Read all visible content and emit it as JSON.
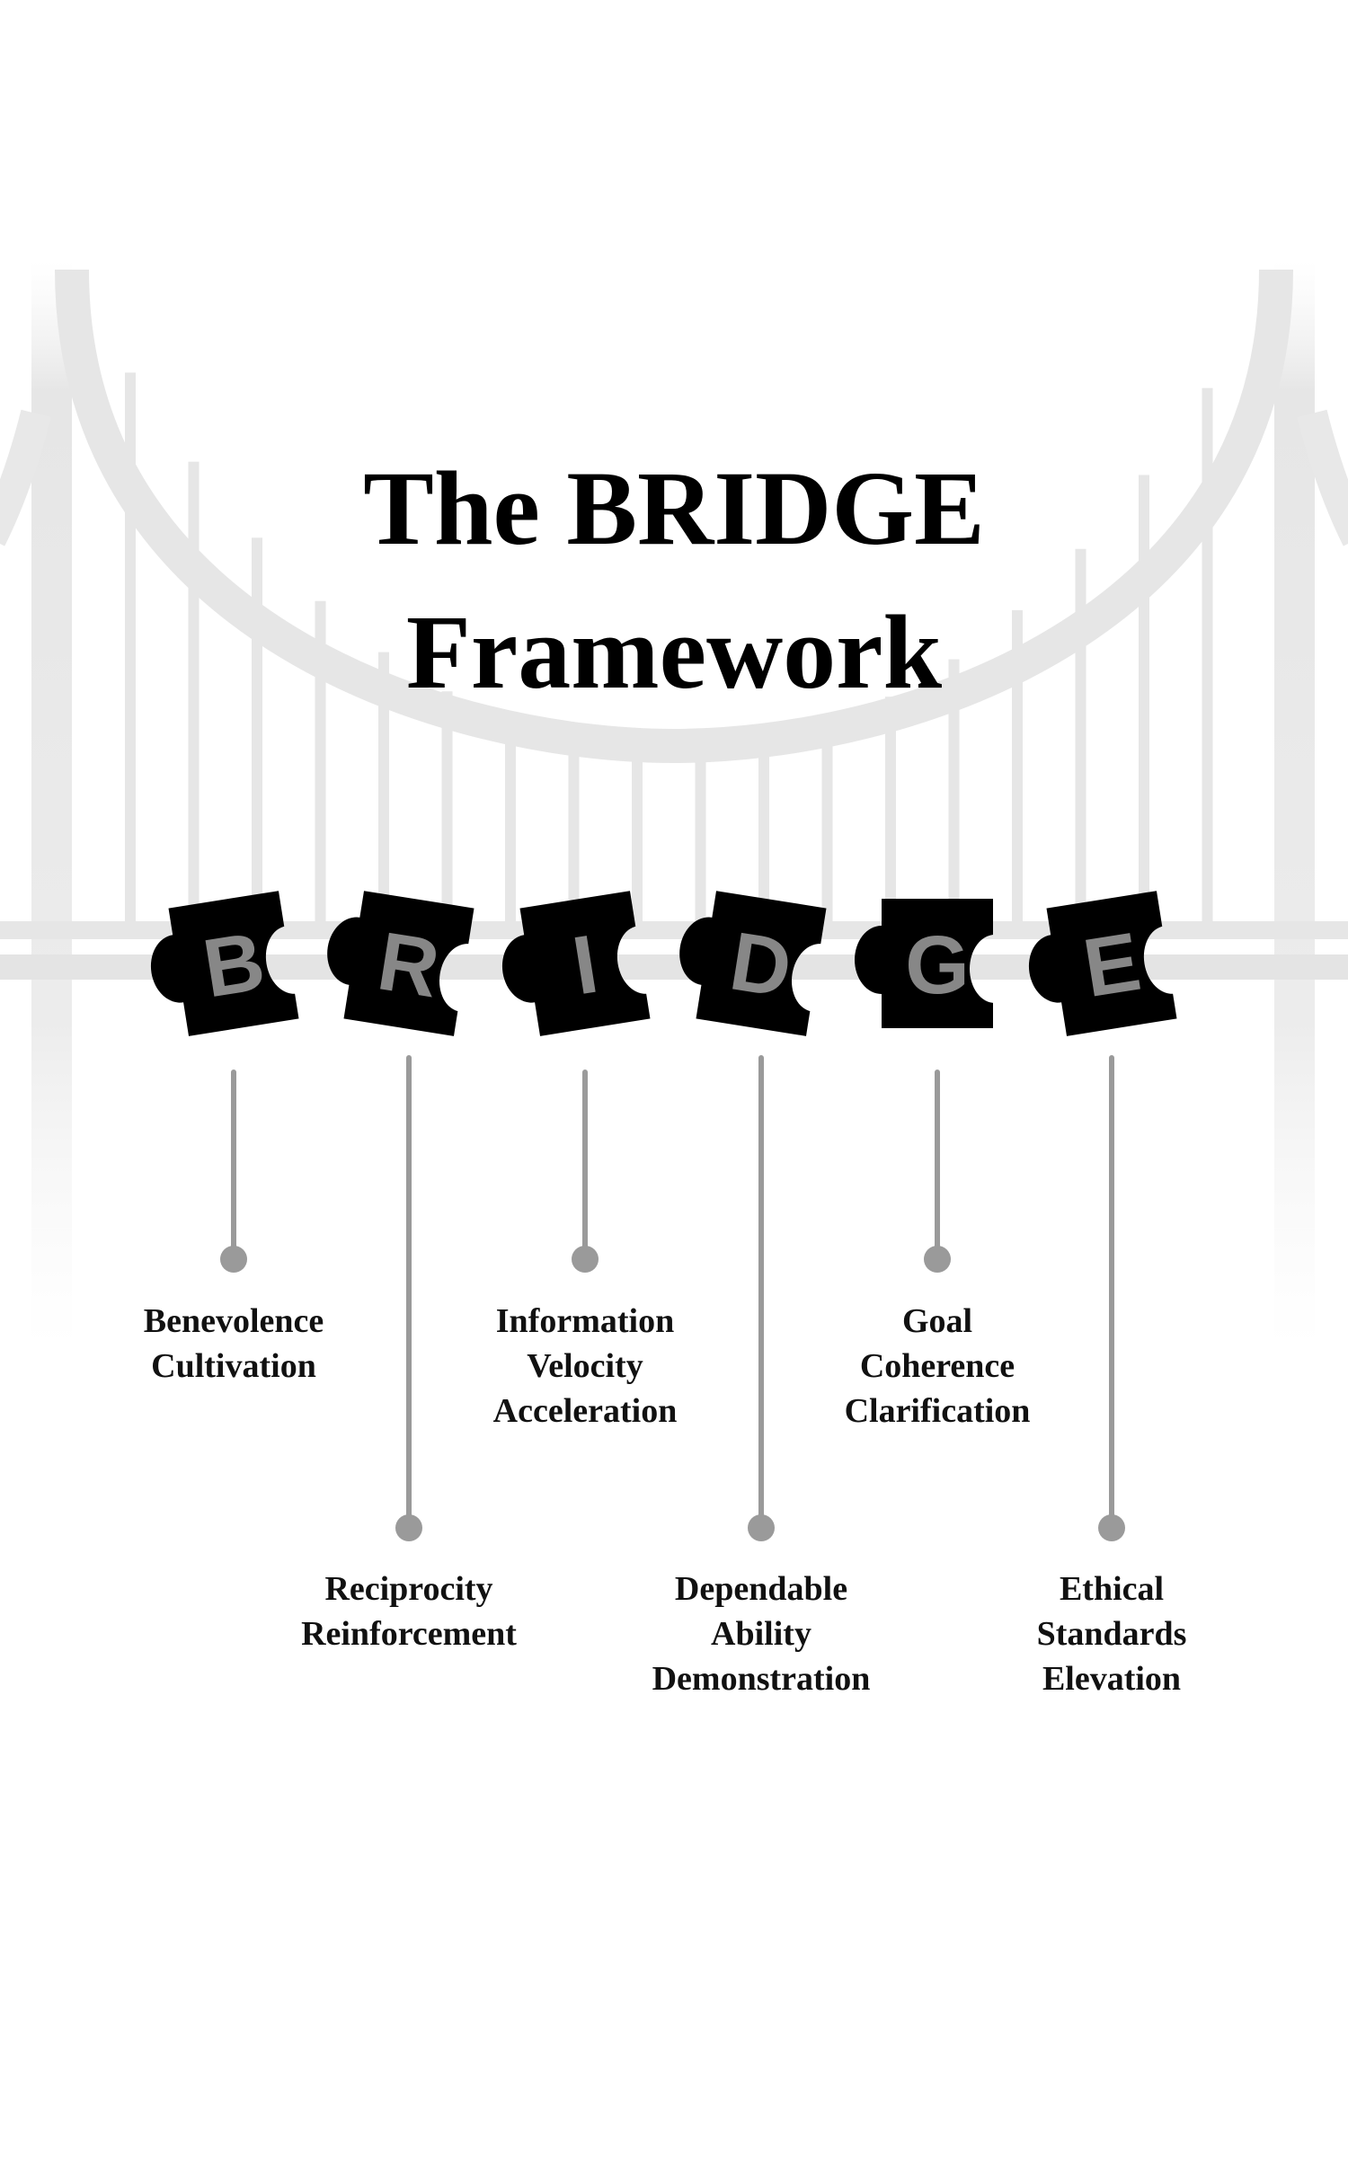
{
  "title": {
    "line1": "The BRIDGE",
    "line2": "Framework"
  },
  "colors": {
    "piece": "#000000",
    "letter": "#878787",
    "connector": "#9a9a9a",
    "bridge": "#e4e4e4"
  },
  "pieces": [
    {
      "letter": "B",
      "label": [
        "Benevolence",
        "Cultivation"
      ],
      "row": 1
    },
    {
      "letter": "R",
      "label": [
        "Reciprocity",
        "Reinforcement"
      ],
      "row": 2
    },
    {
      "letter": "I",
      "label": [
        "Information",
        "Velocity",
        "Acceleration"
      ],
      "row": 1
    },
    {
      "letter": "D",
      "label": [
        "Dependable",
        "Ability",
        "Demonstration"
      ],
      "row": 2
    },
    {
      "letter": "G",
      "label": [
        "Goal",
        "Coherence",
        "Clarification"
      ],
      "row": 1
    },
    {
      "letter": "E",
      "label": [
        "Ethical",
        "Standards",
        "Elevation"
      ],
      "row": 2
    }
  ]
}
